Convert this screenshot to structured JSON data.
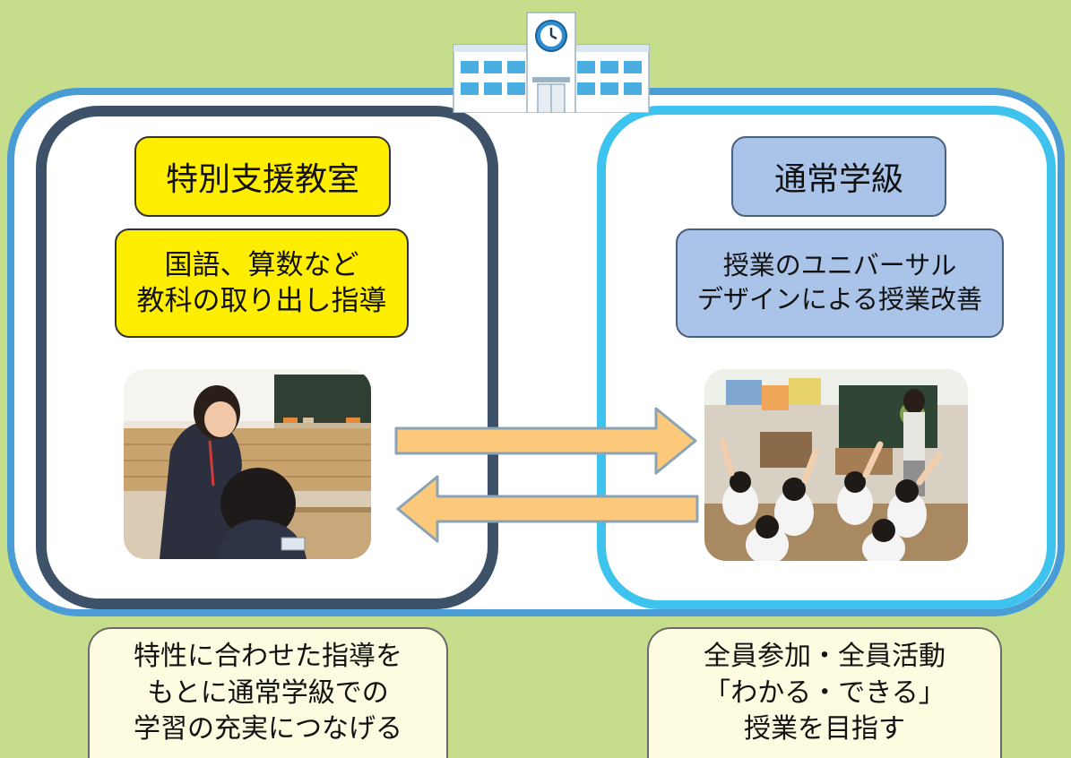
{
  "left_section": {
    "title": "特別支援教室",
    "description": [
      "国語、算数など",
      "教科の取り出し指導"
    ]
  },
  "right_section": {
    "title": "通常学級",
    "description": [
      "授業のユニバーサル",
      "デザインによる授業改善"
    ]
  },
  "bottom_left": {
    "lines": [
      "特性に合わせた指導を",
      "もとに通常学級での",
      "学習の充実につなげる"
    ]
  },
  "bottom_right": {
    "lines": [
      "全員参加・全員活動",
      "「わかる・できる」",
      "授業を目指す"
    ]
  },
  "colors": {
    "background": "#c6dd8c",
    "outer_frame": "#4a9cd6",
    "left_frame": "#3d5168",
    "right_frame": "#3ec3ee",
    "yellow_label": "#ffee00",
    "blue_label": "#a9c4e8",
    "cream_label": "#fdfbe0",
    "arrow_fill": "#fcc97b"
  },
  "icons": {
    "school": "school-building-icon",
    "arrow_right": "arrow-right-icon",
    "arrow_left": "arrow-left-icon"
  }
}
